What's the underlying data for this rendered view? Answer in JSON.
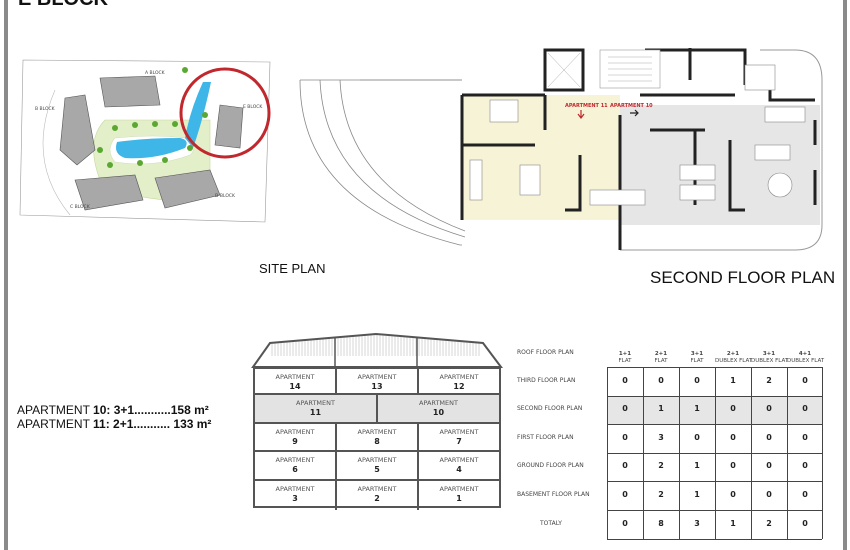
{
  "title": "E BLOCK",
  "site_plan": {
    "caption": "SITE PLAN",
    "block_labels": [
      "A BLOCK",
      "B BLOCK",
      "C BLOCK",
      "D BLOCK",
      "E BLOCK"
    ],
    "highlight_color": "#c0282d",
    "pool_color": "#3fb6e8"
  },
  "floor_plan": {
    "caption": "SECOND FLOOR PLAN",
    "apartment_11_label": "APARTMENT 11",
    "apartment_10_label": "APARTMENT 10",
    "apartment_11_color": "#f7f3d6",
    "apartment_10_color": "#e6e6e6",
    "label_color": "#c0282d"
  },
  "apartment_info": [
    {
      "prefix": "APARTMENT ",
      "name": "10: 3+1",
      "dots": "...........",
      "area": "158 m²"
    },
    {
      "prefix": "APARTMENT ",
      "name": "11: 2+1",
      "dots": "........... ",
      "area": "133 m²"
    }
  ],
  "elevation": {
    "word": "APARTMENT",
    "rows": [
      [
        "14",
        "13",
        "12"
      ],
      [
        "11",
        "10"
      ],
      [
        "9",
        "8",
        "7"
      ],
      [
        "6",
        "5",
        "4"
      ],
      [
        "3",
        "2",
        "1"
      ]
    ],
    "highlight_row": 1,
    "highlight_color": "#e3e3e3"
  },
  "unit_table": {
    "columns": [
      {
        "top": "1+1",
        "bottom": "FLAT"
      },
      {
        "top": "2+1",
        "bottom": "FLAT"
      },
      {
        "top": "3+1",
        "bottom": "FLAT"
      },
      {
        "top": "2+1",
        "bottom": "DUBLEX FLAT"
      },
      {
        "top": "3+1",
        "bottom": "DUBLEX FLAT"
      },
      {
        "top": "4+1",
        "bottom": "DUBLEX FLAT"
      }
    ],
    "header_row_label": "ROOF FLOOR PLAN",
    "rows": [
      {
        "label": "THIRD FLOOR PLAN",
        "values": [
          "0",
          "0",
          "0",
          "1",
          "2",
          "0"
        ]
      },
      {
        "label": "SECOND FLOOR PLAN",
        "values": [
          "0",
          "1",
          "1",
          "0",
          "0",
          "0"
        ],
        "highlight": true
      },
      {
        "label": "FIRST FLOOR PLAN",
        "values": [
          "0",
          "3",
          "0",
          "0",
          "0",
          "0"
        ]
      },
      {
        "label": "GROUND FLOOR PLAN",
        "values": [
          "0",
          "2",
          "1",
          "0",
          "0",
          "0"
        ]
      },
      {
        "label": "BASEMENT FLOOR PLAN",
        "values": [
          "0",
          "2",
          "1",
          "0",
          "0",
          "0"
        ]
      },
      {
        "label": "TOTALY",
        "values": [
          "0",
          "8",
          "3",
          "1",
          "2",
          "0"
        ]
      }
    ]
  }
}
